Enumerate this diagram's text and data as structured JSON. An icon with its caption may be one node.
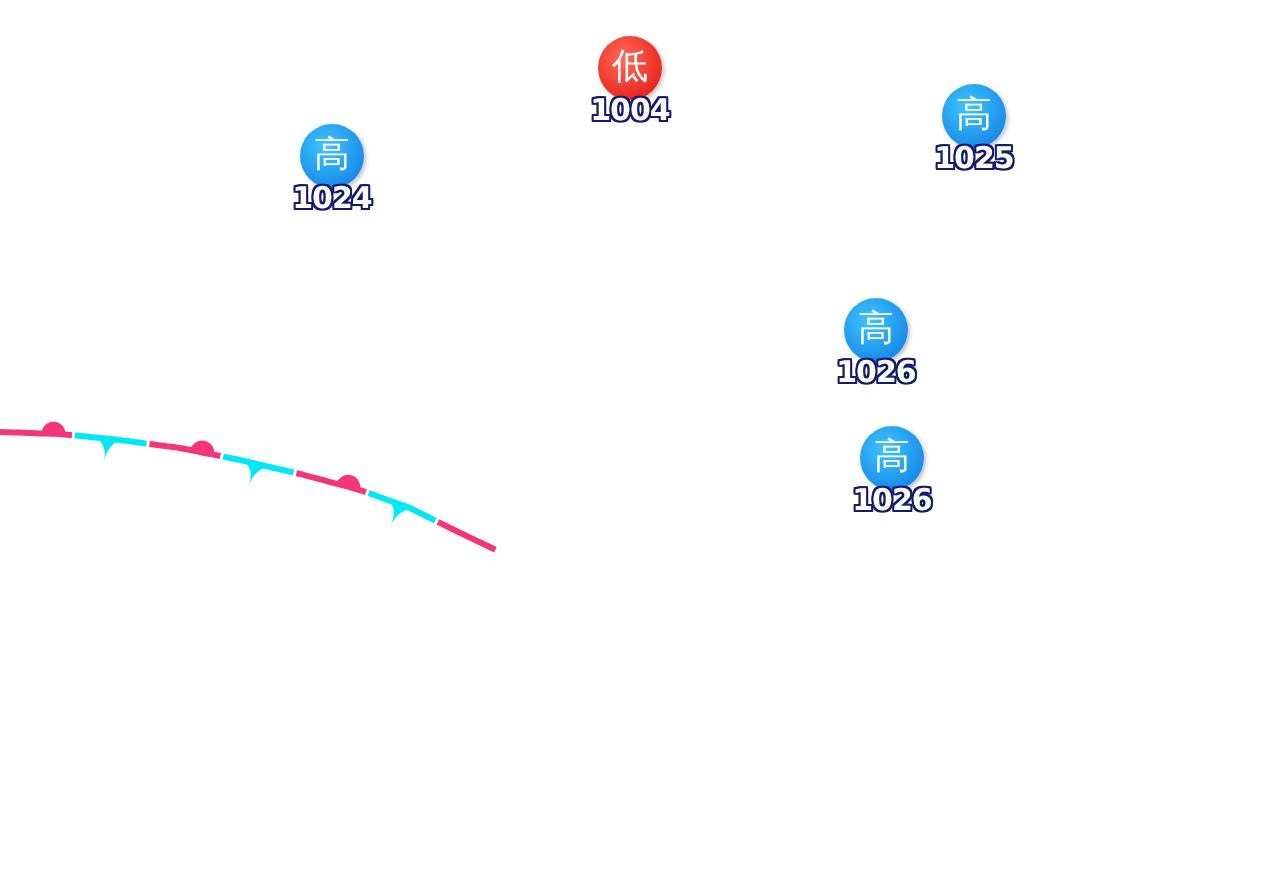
{
  "diagram": {
    "nodes": [
      {
        "text": [
          "低"
        ],
        "beside": [
          "1004"
        ]
      },
      {
        "text": [
          "高"
        ],
        "beside": [
          "1025"
        ]
      },
      {
        "text": [
          "高"
        ],
        "beside": [
          "1024"
        ]
      },
      {
        "text": [
          "高"
        ],
        "beside": [
          "1026"
        ]
      },
      {
        "text": [
          "高"
        ],
        "beside": [
          "1026"
        ]
      }
    ]
  }
}
